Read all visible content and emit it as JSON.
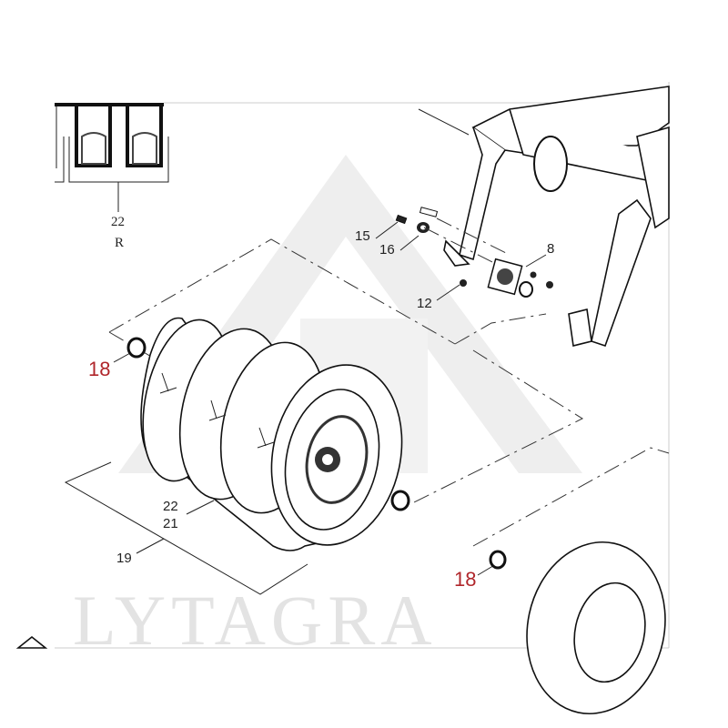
{
  "watermark": "LYTAGRA",
  "inset": {
    "part_number": "22",
    "side": "R"
  },
  "callouts": {
    "c15": "15",
    "c16": "16",
    "c8": "8",
    "c12": "12",
    "c18a": "18",
    "c22": "22",
    "c21": "21",
    "c19": "19",
    "c18b": "18"
  },
  "colors": {
    "highlight": "#b0262b",
    "watermark": "#e3e3e3"
  }
}
